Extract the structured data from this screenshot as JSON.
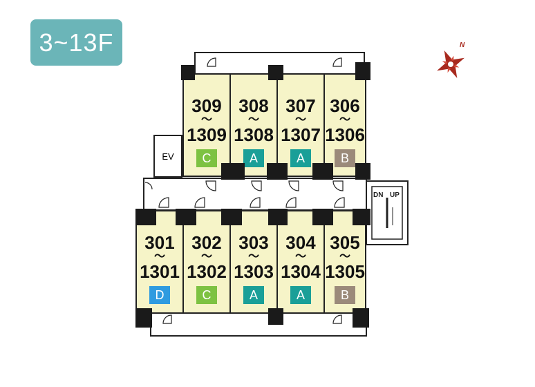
{
  "floor_label": "3~13F",
  "ev_label": "EV",
  "stairs": {
    "down": "DN",
    "up": "UP"
  },
  "compass": {
    "north": "N"
  },
  "colors": {
    "A": "#1a9f98",
    "B": "#9b8a7a",
    "C": "#7dc242",
    "D": "#2f9be0"
  },
  "units_top": [
    {
      "num1": "309",
      "tilde": "〜",
      "num2": "1309",
      "type": "C"
    },
    {
      "num1": "308",
      "tilde": "〜",
      "num2": "1308",
      "type": "A"
    },
    {
      "num1": "307",
      "tilde": "〜",
      "num2": "1307",
      "type": "A"
    },
    {
      "num1": "306",
      "tilde": "〜",
      "num2": "1306",
      "type": "B"
    }
  ],
  "units_bottom": [
    {
      "num1": "301",
      "tilde": "〜",
      "num2": "1301",
      "type": "D"
    },
    {
      "num1": "302",
      "tilde": "〜",
      "num2": "1302",
      "type": "C"
    },
    {
      "num1": "303",
      "tilde": "〜",
      "num2": "1303",
      "type": "A"
    },
    {
      "num1": "304",
      "tilde": "〜",
      "num2": "1304",
      "type": "A"
    },
    {
      "num1": "305",
      "tilde": "〜",
      "num2": "1305",
      "type": "B"
    }
  ]
}
